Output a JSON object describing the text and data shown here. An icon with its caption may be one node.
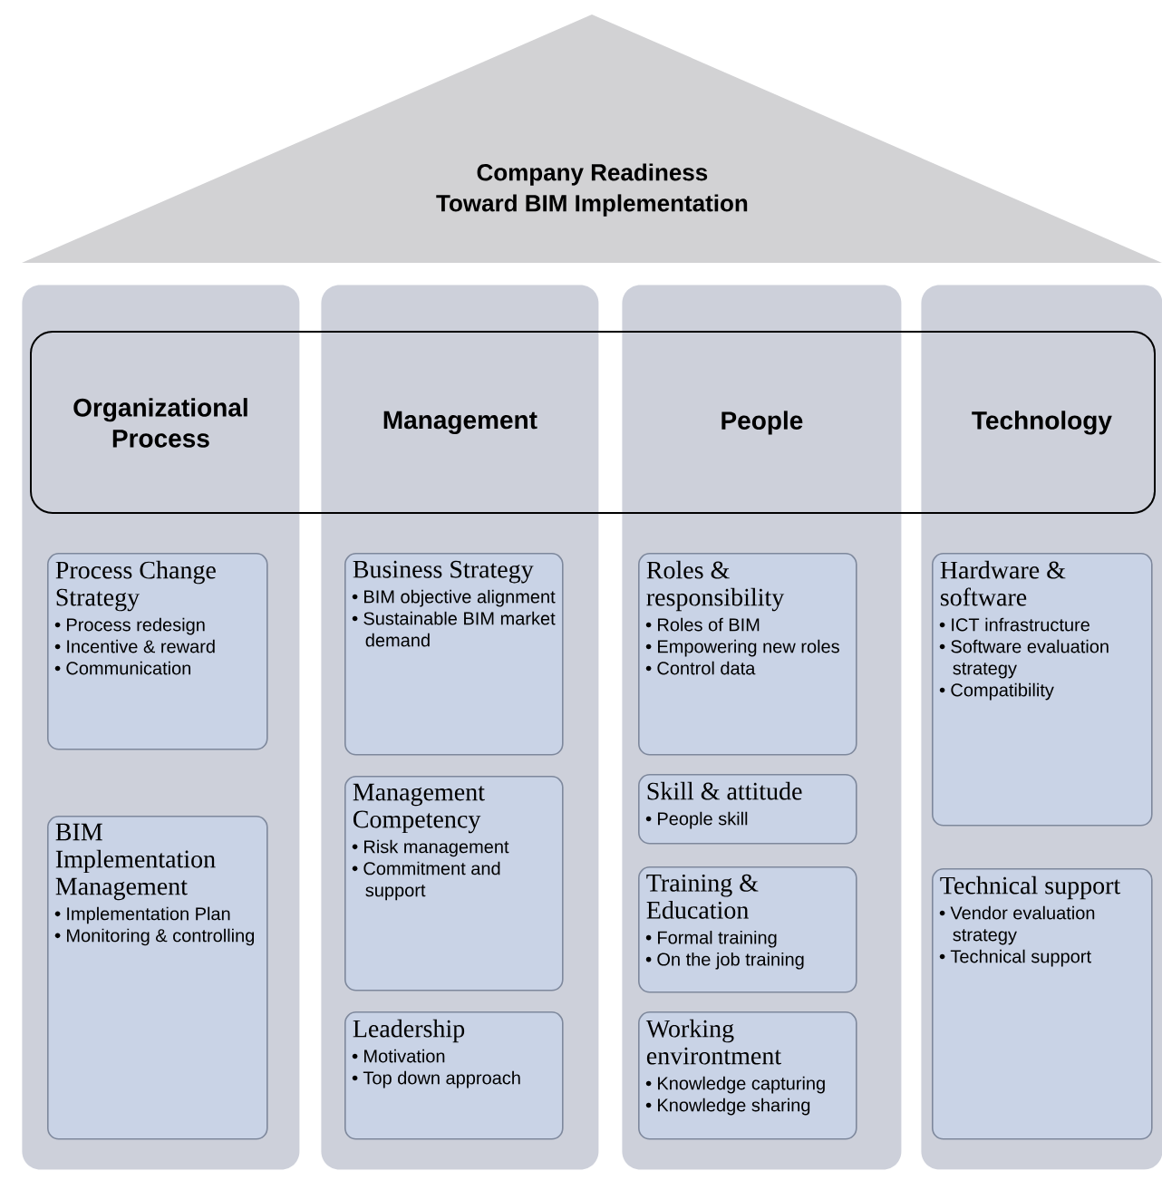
{
  "diagram": {
    "nodes": [
      {
        "text": [
          "Company Readiness Toward BIM Implementation"
        ]
      },
      {
        "text": [
          "Organizational Process"
        ]
      },
      {
        "text": [
          "Process Change Strategy",
          "Process redesign",
          "Incentive & reward",
          "Communication"
        ],
        "in": 1
      },
      {
        "text": [
          "BIM Implementation Management",
          "Implementation Plan",
          "Monitoring & controlling"
        ],
        "in": 1
      },
      {
        "text": [
          "Management"
        ]
      },
      {
        "text": [
          "Business Strategy",
          "BIM objective alignment",
          "Sustainable BIM market demand"
        ],
        "in": 4
      },
      {
        "text": [
          "Management Competency",
          "Risk management",
          "Commitment and support"
        ],
        "in": 4
      },
      {
        "text": [
          "Leadership",
          "Motivation",
          "Top down approach"
        ],
        "in": 4
      },
      {
        "text": [
          "People"
        ]
      },
      {
        "text": [
          "Roles & responsibility",
          "Roles of BIM",
          "Empowering new roles",
          "Control data"
        ],
        "in": 8
      },
      {
        "text": [
          "Skill & attitude",
          "People skill"
        ],
        "in": 8
      },
      {
        "text": [
          "Training & Education",
          "Formal training",
          "On the job training"
        ],
        "in": 8
      },
      {
        "text": [
          "Working environtment",
          "Knowledge capturing",
          "Knowledge sharing"
        ],
        "in": 8
      },
      {
        "text": [
          "Technology"
        ]
      },
      {
        "text": [
          "Hardware & software",
          "ICT infrastructure",
          "Software evaluation strategy",
          "Compatibility"
        ],
        "in": 13
      },
      {
        "text": [
          "Technical support",
          "Vendor evaluation strategy",
          "Technical support"
        ],
        "in": 13
      }
    ]
  }
}
